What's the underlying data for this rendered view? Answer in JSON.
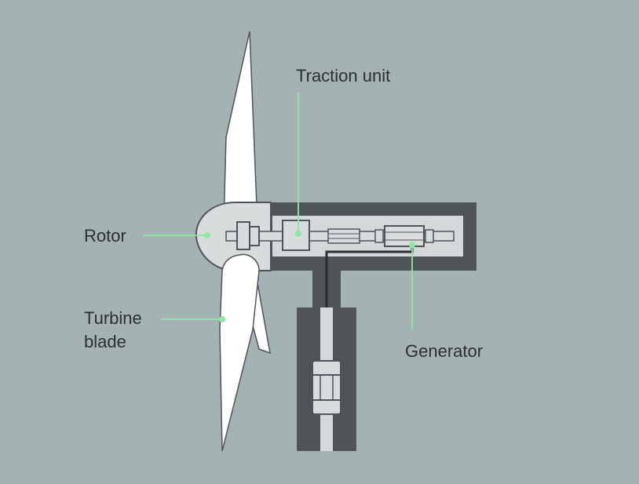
{
  "diagram": {
    "subject": "wind turbine cross-section",
    "labels": {
      "traction_unit": "Traction unit",
      "rotor": "Rotor",
      "turbine_blade_line1": "Turbine",
      "turbine_blade_line2": "blade",
      "generator": "Generator"
    },
    "colors": {
      "background": "#a5b2b3",
      "housing": "#4f5459",
      "housing_inner": "#d4d8d8",
      "component_fill": "#d8dcdc",
      "blade": "#ffffff",
      "leader_line": "#8fe6a6",
      "shaft": "#b9bfc0"
    }
  }
}
